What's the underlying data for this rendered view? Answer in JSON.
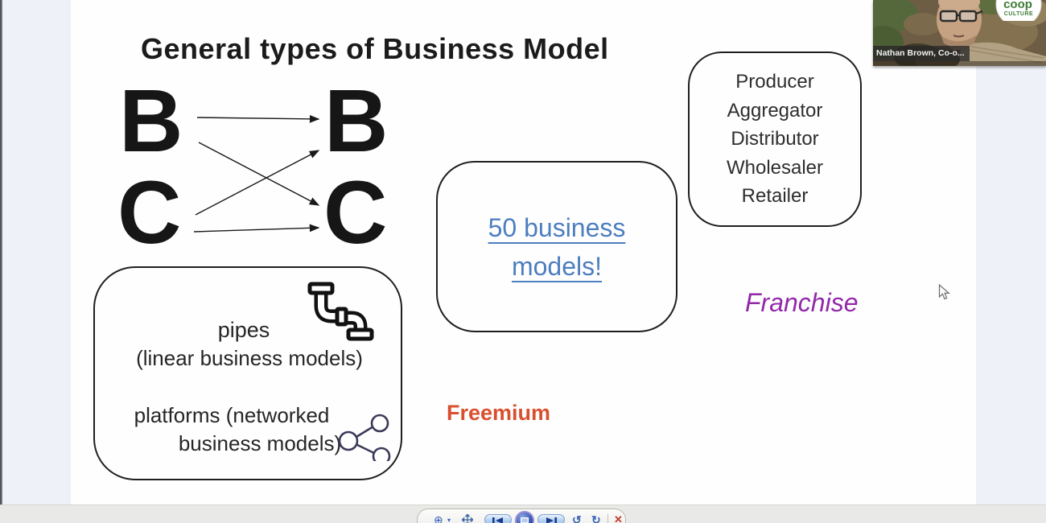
{
  "slide": {
    "title": "General types of Business Model",
    "bc_diagram": {
      "b_left": "B",
      "c_left": "C",
      "b_right": "B",
      "c_right": "C"
    },
    "link_box": {
      "line1": "50 business",
      "line2": "models!",
      "link_color": "#4d7ec0"
    },
    "value_chain": {
      "items": [
        "Producer",
        "Aggregator",
        "Distributor",
        "Wholesaler",
        "Retailer"
      ]
    },
    "pipes_box": {
      "pipes_title": "pipes",
      "pipes_sub": "(linear business models)",
      "platforms_line1": "platforms (networked",
      "platforms_line2": "business models)"
    },
    "franchise_label": "Franchise",
    "franchise_color": "#9228a8",
    "freemium_label": "Freemium",
    "freemium_color": "#d9502f"
  },
  "webcam": {
    "name_label": "Nathan Brown, Co-o...",
    "logo_word1": "coop",
    "logo_word2": "CULTURE"
  },
  "toolbar": {
    "zoom_glyph": "⊕",
    "zoom_caret": "▾",
    "undo_glyph": "↺",
    "redo_glyph": "↻",
    "close_glyph": "✕"
  }
}
